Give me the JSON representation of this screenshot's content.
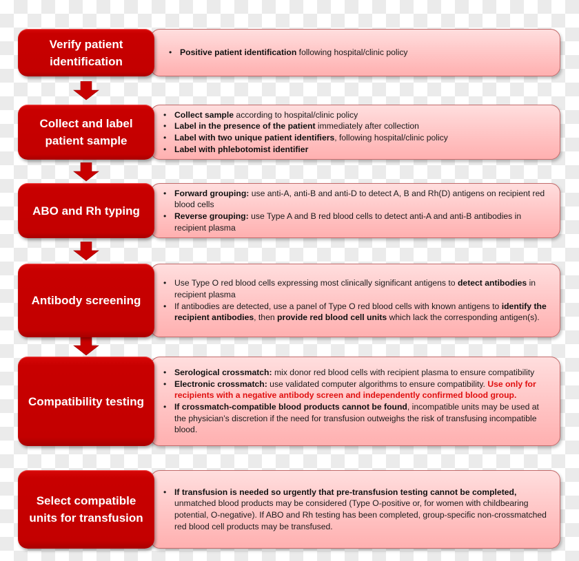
{
  "colors": {
    "title_box": "#c80000",
    "detail_box": "#ffc8c8",
    "detail_border": "#c26a6a",
    "warning_text": "#e01010",
    "arrow": "#c80000"
  },
  "steps": [
    {
      "title": "Verify patient identification",
      "bullets": [
        [
          {
            "text": "Positive patient identification",
            "style": "b"
          },
          {
            "text": " following hospital/clinic policy",
            "style": ""
          }
        ]
      ]
    },
    {
      "title": "Collect and label patient sample",
      "bullets": [
        [
          {
            "text": "Collect sample",
            "style": "b"
          },
          {
            "text": " according to hospital/clinic policy",
            "style": ""
          }
        ],
        [
          {
            "text": "Label in the presence of the patient",
            "style": "b"
          },
          {
            "text": " immediately after collection",
            "style": ""
          }
        ],
        [
          {
            "text": "Label with two unique patient identifiers",
            "style": "b"
          },
          {
            "text": ", following hospital/clinic policy",
            "style": ""
          }
        ],
        [
          {
            "text": "Label with phlebotomist identifier",
            "style": "b"
          }
        ]
      ]
    },
    {
      "title": "ABO and Rh typing",
      "bullets": [
        [
          {
            "text": "Forward grouping:",
            "style": "b"
          },
          {
            "text": " use anti-A, anti-B and anti-D to detect A, B and Rh(D) antigens on recipient red blood cells",
            "style": ""
          }
        ],
        [
          {
            "text": "Reverse grouping:",
            "style": "b"
          },
          {
            "text": " use Type A and B red blood cells to detect anti-A and anti-B antibodies in recipient plasma",
            "style": ""
          }
        ]
      ]
    },
    {
      "title": "Antibody screening",
      "bullets": [
        [
          {
            "text": "Use Type O red blood cells expressing most clinically significant antigens to ",
            "style": ""
          },
          {
            "text": "detect antibodies",
            "style": "b"
          },
          {
            "text": " in recipient plasma",
            "style": ""
          }
        ],
        [
          {
            "text": "If antibodies are detected, use a panel of Type O red blood cells with known antigens to ",
            "style": ""
          },
          {
            "text": "identify the recipient antibodies",
            "style": "b"
          },
          {
            "text": ", then ",
            "style": ""
          },
          {
            "text": "provide red blood cell units",
            "style": "b"
          },
          {
            "text": " which lack the corresponding antigen(s).",
            "style": ""
          }
        ]
      ]
    },
    {
      "title": "Compatibility testing",
      "bullets": [
        [
          {
            "text": "Serological crossmatch:",
            "style": "b"
          },
          {
            "text": " mix donor red blood cells with recipient plasma to ensure compatibility",
            "style": ""
          }
        ],
        [
          {
            "text": "Electronic crossmatch:",
            "style": "b"
          },
          {
            "text": " use validated computer algorithms to ensure compatibility. ",
            "style": ""
          },
          {
            "text": "Use only for recipients with a negative antibody screen and independently confirmed blood group.",
            "style": "r"
          }
        ],
        [
          {
            "text": "If crossmatch-compatible blood products cannot be found",
            "style": "b"
          },
          {
            "text": ", incompatible units may be used at the physician’s discretion if the need for transfusion outweighs the risk of transfusing incompatible blood.",
            "style": ""
          }
        ]
      ]
    },
    {
      "title": "Select compatible units for transfusion",
      "bullets": [
        [
          {
            "text": "If transfusion is needed so urgently that pre-transfusion testing cannot be completed,",
            "style": "b"
          },
          {
            "text": " unmatched blood products may be considered (Type O-positive or, for women with childbearing potential, O-negative). If ABO and Rh testing has been completed, group-specific non-crossmatched red blood cell products may be transfused.",
            "style": ""
          }
        ]
      ]
    }
  ],
  "arrows": [
    {
      "from": 0,
      "to": 1,
      "icon": "down-arrow-icon"
    },
    {
      "from": 1,
      "to": 2,
      "icon": "down-arrow-icon"
    },
    {
      "from": 2,
      "to": 3,
      "icon": "down-arrow-icon"
    },
    {
      "from": 3,
      "to": 4,
      "icon": "down-arrow-icon"
    }
  ]
}
